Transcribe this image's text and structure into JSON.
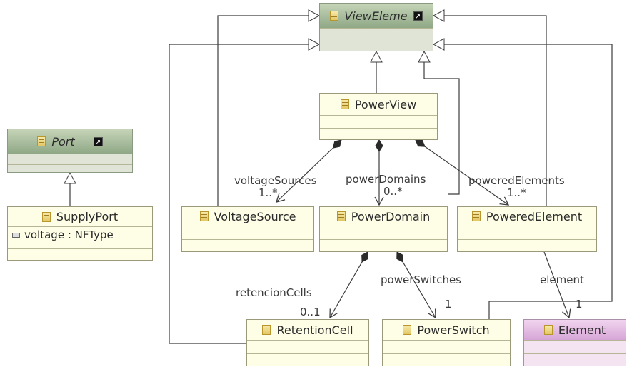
{
  "classes": {
    "view_element": {
      "name": "ViewEleme"
    },
    "port": {
      "name": "Port"
    },
    "supply_port": {
      "name": "SupplyPort",
      "attribute": "voltage : NFType"
    },
    "power_view": {
      "name": "PowerView"
    },
    "voltage_source": {
      "name": "VoltageSource"
    },
    "power_domain": {
      "name": "PowerDomain"
    },
    "powered_element": {
      "name": "PoweredElement"
    },
    "retention_cell": {
      "name": "RetentionCell"
    },
    "power_switch": {
      "name": "PowerSwitch"
    },
    "element": {
      "name": "Element"
    }
  },
  "associations": {
    "voltage_sources": {
      "role": "voltageSources",
      "mult": "1..*"
    },
    "power_domains": {
      "role": "powerDomains",
      "mult": "0..*"
    },
    "powered_elements": {
      "role": "poweredElements",
      "mult": "1..*"
    },
    "retencion_cells": {
      "role": "retencionCells",
      "mult": "0..1"
    },
    "power_switches": {
      "role": "powerSwitches",
      "mult": "1"
    },
    "element": {
      "role": "element",
      "mult": "1"
    }
  },
  "shortcut_glyph": "↗",
  "colors": {
    "class_fill": "#fefde6",
    "abstract_fill": "#b9c8ac",
    "element_fill": "#e3c0e2",
    "line": "#3c3c3c"
  }
}
